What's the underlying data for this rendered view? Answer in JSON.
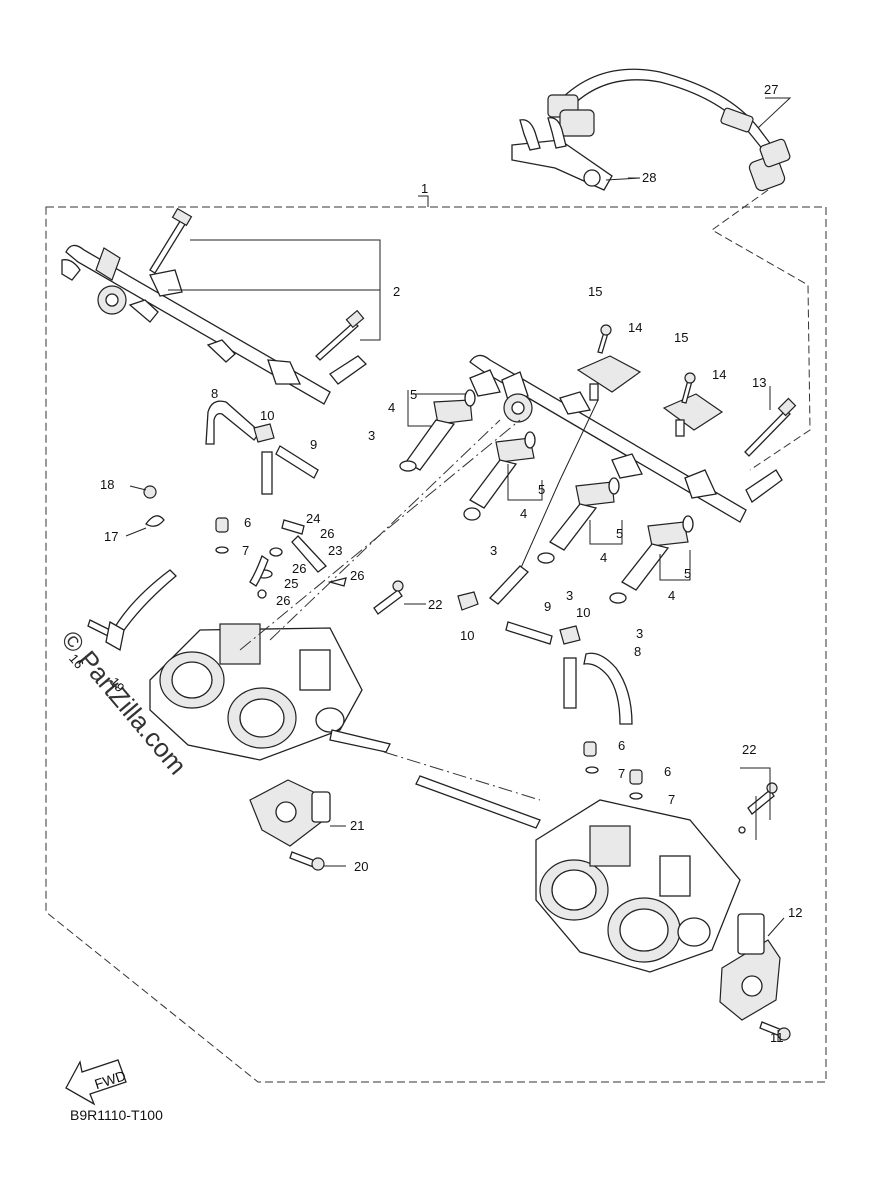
{
  "diagram": {
    "code": "B9R1110-T100",
    "watermark": "© PartZilla.com",
    "fwd_label": "FWD",
    "labels": {
      "l1": "1",
      "l2": "2",
      "l3a": "3",
      "l3b": "3",
      "l3c": "3",
      "l3d": "3",
      "l4a": "4",
      "l4b": "4",
      "l4c": "4",
      "l4d": "4",
      "l5a": "5",
      "l5b": "5",
      "l5c": "5",
      "l5d": "5",
      "l6a": "6",
      "l6b": "6",
      "l6c": "6",
      "l7a": "7",
      "l7b": "7",
      "l7c": "7",
      "l8a": "8",
      "l8b": "8",
      "l9a": "9",
      "l9b": "9",
      "l10a": "10",
      "l10b": "10",
      "l10c": "10",
      "l11": "11",
      "l12": "12",
      "l13": "13",
      "l14a": "14",
      "l14b": "14",
      "l15a": "15",
      "l15b": "15",
      "l16": "16",
      "l17": "17",
      "l18": "18",
      "l19": "19",
      "l20": "20",
      "l21": "21",
      "l22a": "22",
      "l22b": "22",
      "l23": "23",
      "l24": "24",
      "l25": "25",
      "l26a": "26",
      "l26b": "26",
      "l26c": "26",
      "l27": "27",
      "l28": "28"
    }
  }
}
